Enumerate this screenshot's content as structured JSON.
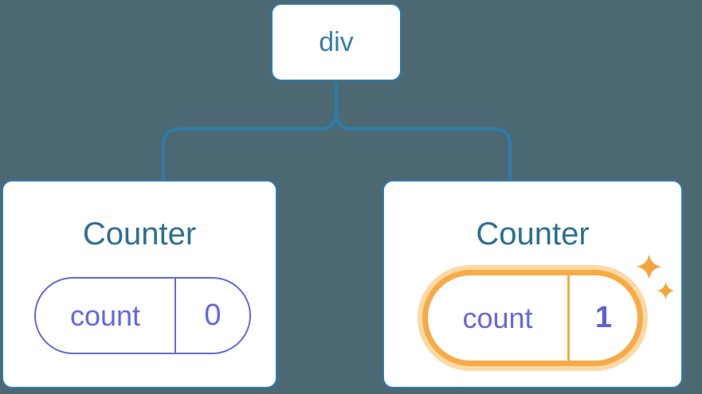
{
  "diagram": {
    "kind": "react-component-tree",
    "root_node": {
      "label": "div"
    },
    "components": [
      {
        "title": "Counter",
        "state_key": "count",
        "state_value": "0",
        "highlighted": false
      },
      {
        "title": "Counter",
        "state_key": "count",
        "state_value": "1",
        "highlighted": true
      }
    ],
    "icons": [
      {
        "name": "sparkles-icon",
        "meaning": "updated-state highlight on second counter"
      }
    ],
    "colors": {
      "background": "#4c6973",
      "connector_blue": "#2e7cab",
      "root_label_blue": "#3b7dab",
      "title_blue": "#2d6f94",
      "state_purple": "#6467e4",
      "highlight_orange": "#f7ab47",
      "highlight_halo": "#fbd9a5",
      "sparkle_orange": "#f4a63e",
      "card_background": "#ffffff"
    }
  }
}
